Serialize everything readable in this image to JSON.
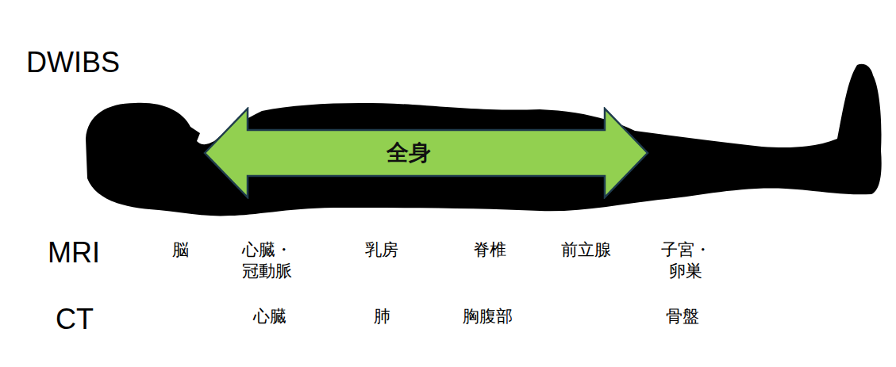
{
  "diagram": {
    "nodes": [
      {
        "text": [
          "全身"
        ]
      }
    ],
    "labels": [
      "DWIBS",
      "MRI",
      "脳",
      "心臓・ 冠動脈",
      "乳房",
      "脊椎",
      "前立腺",
      "子宮・ 卵巣",
      "CT",
      "心臓",
      "肺",
      "胸腹部",
      "骨盤"
    ]
  }
}
